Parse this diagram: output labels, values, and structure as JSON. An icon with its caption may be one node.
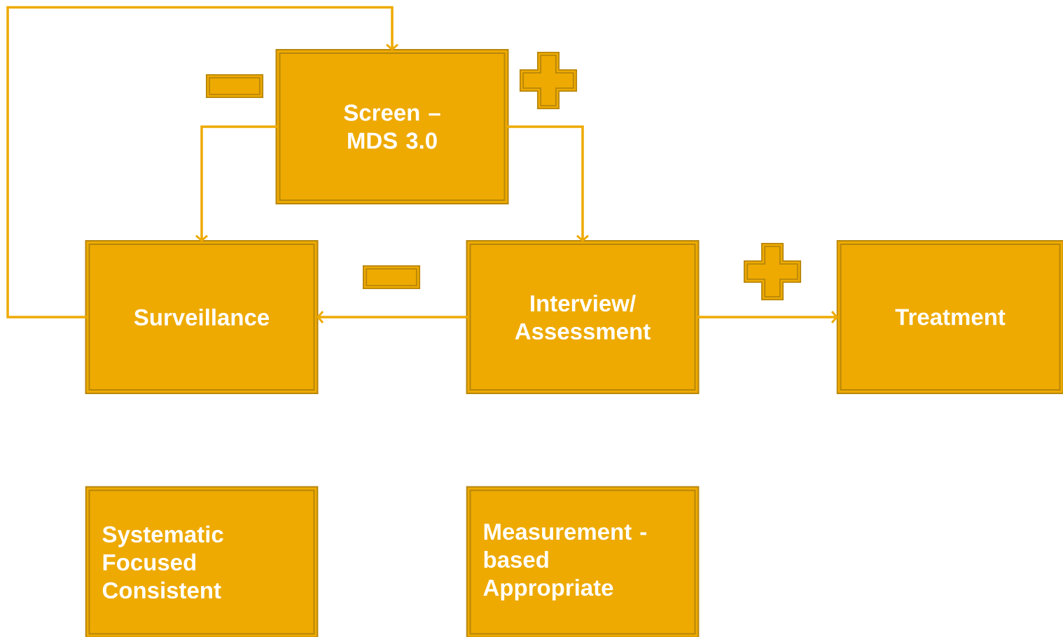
{
  "diagram": {
    "nodes": [
      {
        "text": [
          "Screen – MDS 3.0"
        ]
      },
      {
        "text": [
          "Surveillance"
        ]
      },
      {
        "text": [
          "Interview/ Assessment"
        ]
      },
      {
        "text": [
          "Treatment"
        ]
      },
      {
        "text": [
          "Systematic",
          "Focused",
          "Consistent"
        ]
      },
      {
        "text": [
          "Measurement -based",
          "Appropriate"
        ]
      }
    ],
    "edges": [
      {
        "from": 1,
        "to": 0,
        "arrow": "to"
      },
      {
        "from": 0,
        "to": 1,
        "arrow": "to"
      },
      {
        "from": 0,
        "to": 2,
        "arrow": "to"
      },
      {
        "from": 2,
        "to": 1,
        "arrow": "to"
      },
      {
        "from": 2,
        "to": 3,
        "arrow": "to"
      }
    ]
  }
}
